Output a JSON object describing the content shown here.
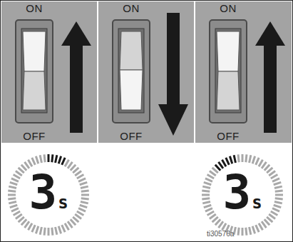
{
  "diagram": {
    "nodes": [
      {
        "text": [
          "ON",
          "OFF"
        ]
      },
      {
        "text": [
          "ON",
          "OFF"
        ]
      },
      {
        "text": [
          "ON",
          "OFF"
        ]
      },
      {
        "text": [
          "3",
          "s"
        ]
      },
      {
        "text": [
          "3",
          "s"
        ]
      }
    ],
    "labels": [
      "ti30576a"
    ]
  }
}
